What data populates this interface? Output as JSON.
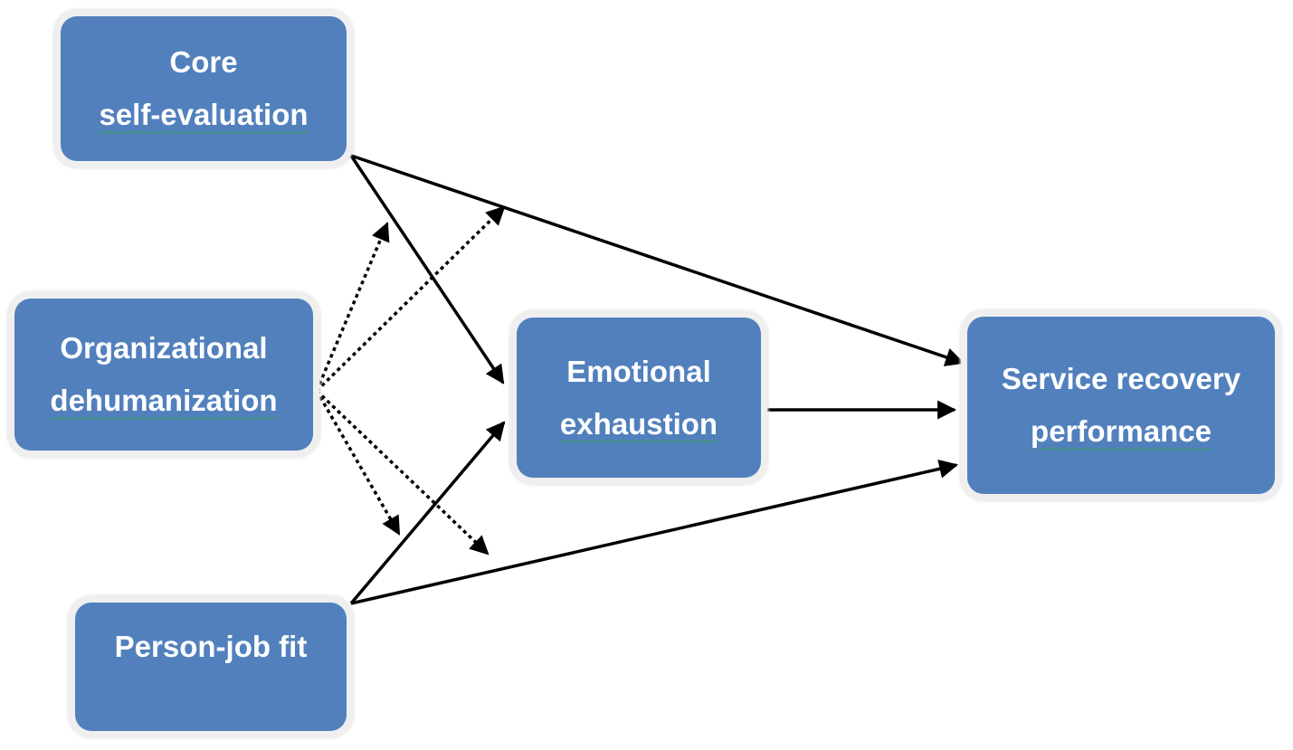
{
  "nodes": {
    "core": {
      "line1": "Core",
      "line2": "self-evaluation"
    },
    "dehumanization": {
      "line1": "Organizational",
      "line2": "dehumanization"
    },
    "fit": {
      "line1": "Person-job fit"
    },
    "exhaustion": {
      "line1": "Emotional",
      "line2": "exhaustion"
    },
    "performance": {
      "line1": "Service recovery",
      "line2": "performance"
    }
  },
  "edges": [
    {
      "from": "Core self-evaluation",
      "to": "Emotional exhaustion",
      "style": "solid"
    },
    {
      "from": "Core self-evaluation",
      "to": "Service recovery performance",
      "style": "solid"
    },
    {
      "from": "Person-job fit",
      "to": "Emotional exhaustion",
      "style": "solid"
    },
    {
      "from": "Person-job fit",
      "to": "Service recovery performance",
      "style": "solid"
    },
    {
      "from": "Emotional exhaustion",
      "to": "Service recovery performance",
      "style": "solid"
    },
    {
      "from": "Organizational dehumanization",
      "to": "Core self-evaluation → Emotional exhaustion",
      "style": "dotted"
    },
    {
      "from": "Organizational dehumanization",
      "to": "Core self-evaluation → Service recovery performance",
      "style": "dotted"
    },
    {
      "from": "Organizational dehumanization",
      "to": "Person-job fit → Emotional exhaustion",
      "style": "dotted"
    },
    {
      "from": "Organizational dehumanization",
      "to": "Person-job fit → Service recovery performance",
      "style": "dotted"
    }
  ],
  "colors": {
    "box_fill": "#5180bd",
    "box_text": "#ffffff",
    "arrow": "#000000"
  }
}
